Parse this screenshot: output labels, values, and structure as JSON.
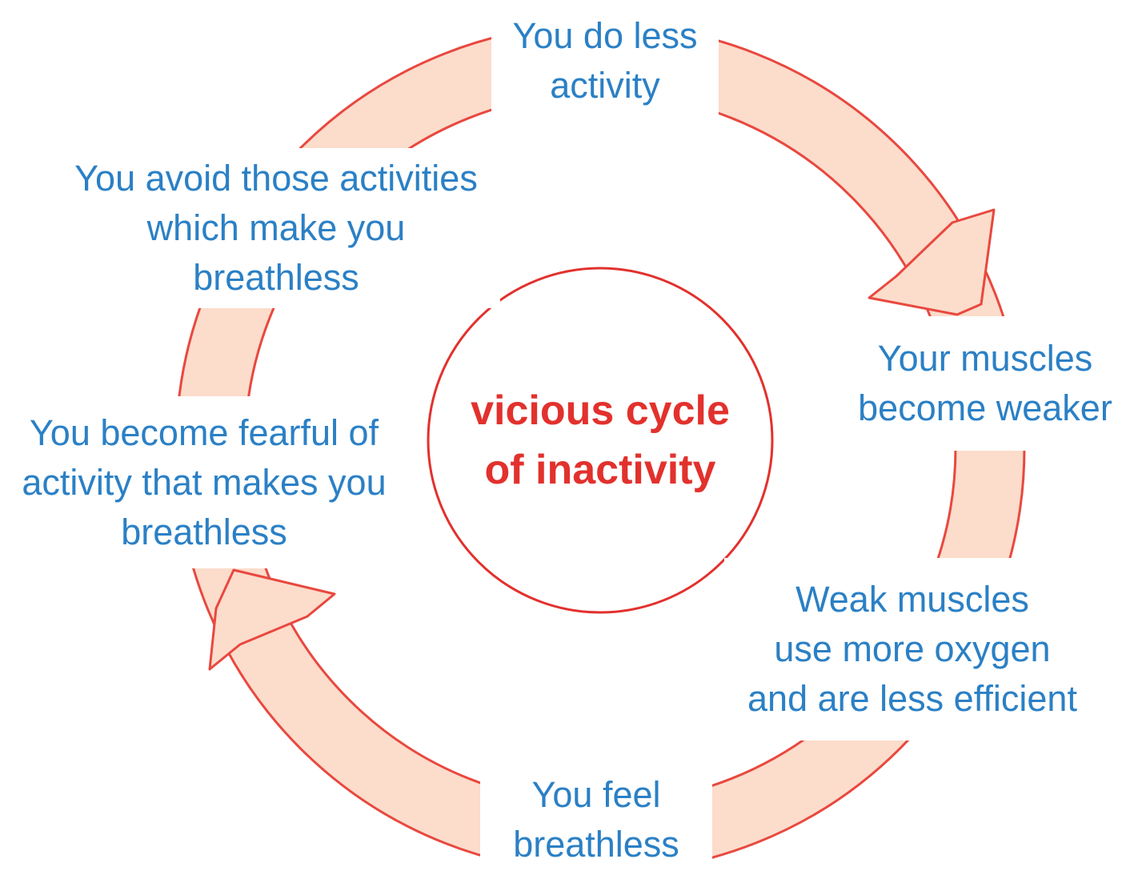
{
  "colors": {
    "ring_fill": "#fcdccb",
    "ring_stroke": "#e8483f",
    "label_text": "#2b80c5",
    "center_text": "#e2312d"
  },
  "center": {
    "lines": [
      "vicious cycle",
      "of inactivity"
    ]
  },
  "steps": [
    {
      "lines": [
        "You do less",
        "activity"
      ]
    },
    {
      "lines": [
        "Your muscles",
        "become weaker"
      ]
    },
    {
      "lines": [
        "Weak muscles",
        "use more oxygen",
        "and are less efficient"
      ]
    },
    {
      "lines": [
        "You feel",
        "breathless"
      ]
    },
    {
      "lines": [
        "You become fearful of",
        "activity that makes you",
        "breathless"
      ]
    },
    {
      "lines": [
        "You avoid those activities",
        "which make you",
        "breathless"
      ]
    }
  ]
}
